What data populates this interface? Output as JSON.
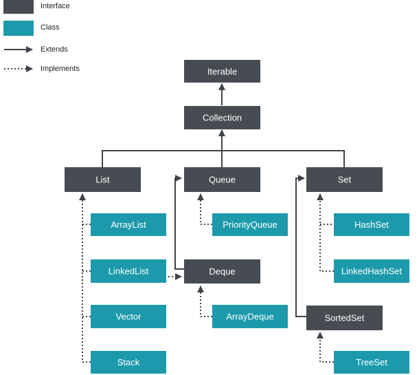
{
  "colors": {
    "interface": "#474b52",
    "class": "#1c9aab",
    "line": "#3f4349"
  },
  "legend": {
    "interface": "Interface",
    "class": "Class",
    "extends": "Extends",
    "implements": "Implements"
  },
  "nodes": {
    "iterable": "Iterable",
    "collection": "Collection",
    "list": "List",
    "queue": "Queue",
    "set": "Set",
    "arraylist": "ArrayList",
    "linkedlist": "LinkedList",
    "vector": "Vector",
    "stack": "Stack",
    "priorityqueue": "PriorityQueue",
    "deque": "Deque",
    "arraydeque": "ArrayDeque",
    "hashset": "HashSet",
    "linkedhashset": "LinkedHashSet",
    "sortedset": "SortedSet",
    "treeset": "TreeSet"
  }
}
